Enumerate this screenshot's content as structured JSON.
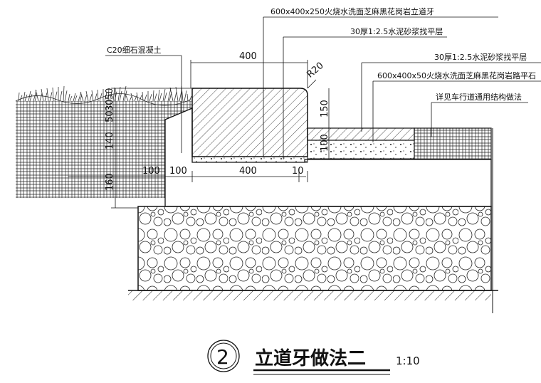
{
  "labels": {
    "curb_stone": "600x400x250火烧水洗面芝麻黑花岗岩立道牙",
    "mortar_top": "30厚1:2.5水泥砂浆找平层",
    "c20": "C20细石混凝土",
    "mortar_right": "30厚1:2.5水泥砂浆找平层",
    "paving_stone": "600x400x50火烧水洗面芝麻黑花岗岩路平石",
    "road_structure": "详见车行道通用结构做法"
  },
  "dimensions": {
    "top_width": "400",
    "radius": "R20",
    "right_height": "150",
    "right_depth": "100",
    "left_50a": "50",
    "left_30": "30",
    "left_50b": "50",
    "left_140": "140",
    "left_160": "160",
    "bottom_100a": "100",
    "bottom_100b": "100",
    "bottom_400": "400",
    "bottom_10": "10"
  },
  "title": {
    "number": "2",
    "text": "立道牙做法二",
    "scale": "1:10"
  }
}
